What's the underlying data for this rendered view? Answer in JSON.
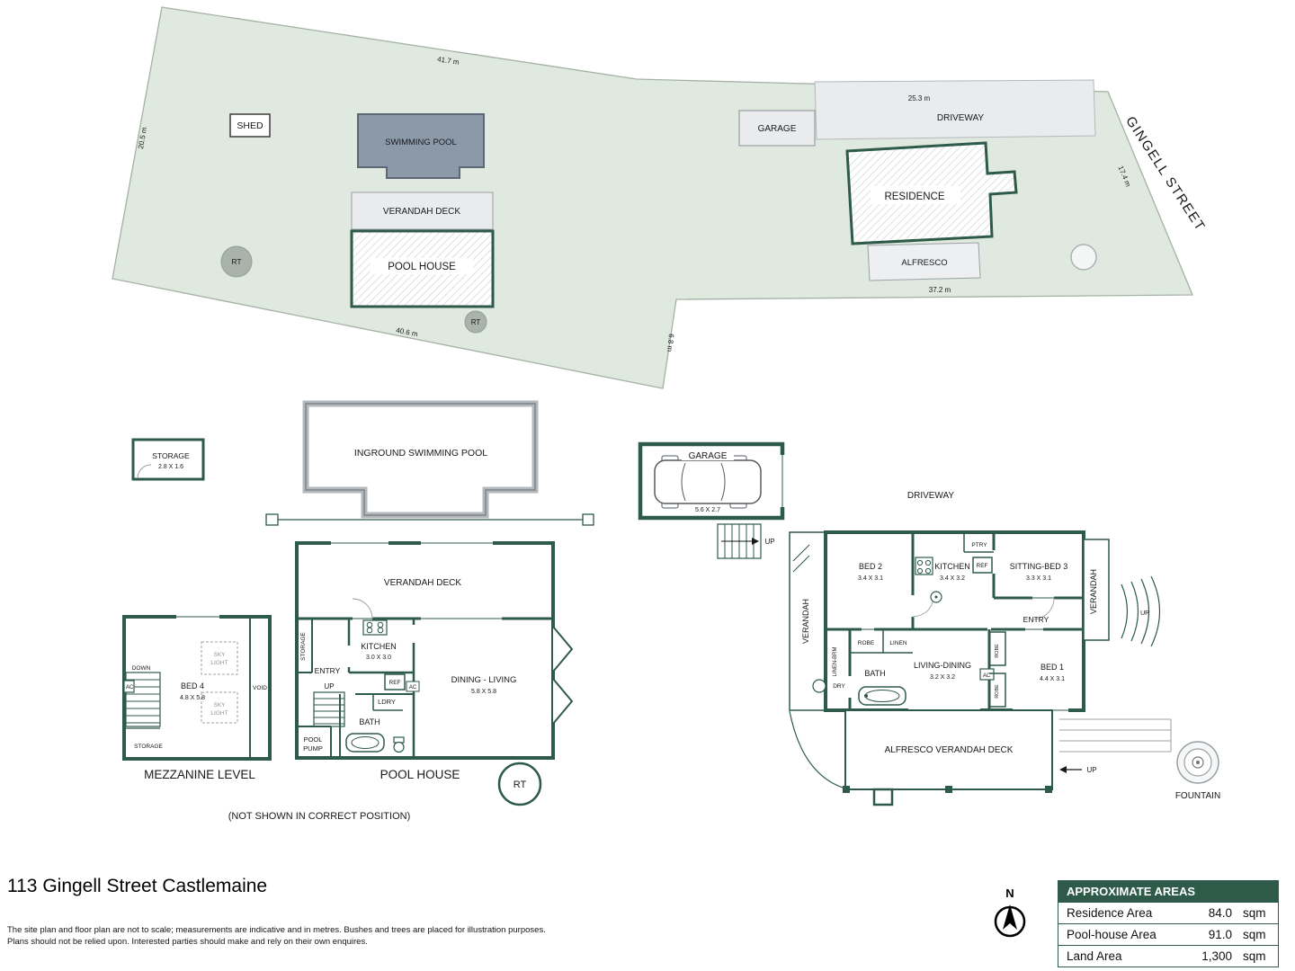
{
  "colors": {
    "wall": "#2e5a49",
    "land": "#e0e9df",
    "paving": "#e9ebed",
    "pool": "#8c99a9"
  },
  "title": "113 Gingell Street Castlemaine",
  "disclaimer": {
    "line1": "The site plan and floor plan are not to scale; measurements are indicative and in metres. Bushes and trees are placed for illustration purposes.",
    "line2": "Plans should not be relied upon. Interested parties should make and rely on their own enquires."
  },
  "compass": {
    "north": "N"
  },
  "areas": {
    "header": "APPROXIMATE AREAS",
    "rows": [
      {
        "label": "Residence Area",
        "value": "84.0",
        "unit": "sqm"
      },
      {
        "label": "Pool-house Area",
        "value": "91.0",
        "unit": "sqm"
      },
      {
        "label": "Land Area",
        "value": "1,300",
        "unit": "sqm"
      }
    ]
  },
  "site": {
    "street": "GINGELL STREET",
    "shed": "SHED",
    "swimming_pool": "SWIMMING POOL",
    "verandah_deck": "VERANDAH DECK",
    "pool_house": "POOL HOUSE",
    "garage": "GARAGE",
    "driveway": "DRIVEWAY",
    "residence": "RESIDENCE",
    "alfresco": "ALFRESCO",
    "rt": "RT",
    "dims": {
      "top": "41.7 m",
      "left": "20.5 m",
      "bottom": "40.6 m",
      "notch": "6.8 m",
      "driveway": "25.3 m",
      "right": "17.4 m",
      "residence": "37.2 m"
    }
  },
  "poolhouse": {
    "storage": {
      "label": "STORAGE",
      "size": "2.8 X 1.6"
    },
    "pool": "INGROUND SWIMMING POOL",
    "verandah_deck": "VERANDAH DECK",
    "storage_side": "STORAGE",
    "entry": "ENTRY",
    "up": "UP",
    "kitchen": {
      "label": "KITCHEN",
      "size": "3.0 X 3.0"
    },
    "ref": "REF",
    "ac": "AC",
    "ldry": "LDRY",
    "dining": {
      "label": "DINING - LIVING",
      "size": "5.8 X 5.8"
    },
    "bath": "BATH",
    "pump_line1": "POOL",
    "pump_line2": "PUMP",
    "mezzanine": {
      "down": "DOWN",
      "ac": "AC",
      "bed4": {
        "label": "BED 4",
        "size": "4.8 X 5.8"
      },
      "sky": "SKY",
      "light": "LIGHT",
      "void": "VOID",
      "storage": "STORAGE"
    },
    "captions": {
      "mezzanine": "MEZZANINE LEVEL",
      "pool_house": "POOL HOUSE",
      "note": "(NOT SHOWN IN CORRECT POSITION)"
    },
    "rt": "RT"
  },
  "residence": {
    "garage": {
      "label": "GARAGE",
      "size": "5.6 X 2.7"
    },
    "driveway": "DRIVEWAY",
    "up": "UP",
    "verandah": "VERANDAH",
    "bed2": {
      "label": "BED 2",
      "size": "3.4 X 3.1"
    },
    "kitchen": {
      "label": "KITCHEN",
      "size": "3.4 X 3.2"
    },
    "ptry": "PTRY",
    "ref": "REF",
    "sitting_bed3": {
      "label": "SITTING-BED 3",
      "size": "3.3 X 3.1"
    },
    "entry": "ENTRY",
    "robe": "ROBE",
    "linen": "LINEN",
    "linen_brm": "LINEN-BRM",
    "bath": "BATH",
    "dry": "DRY",
    "living_dining": {
      "label": "LIVING-DINING",
      "size": "3.2 X 3.2"
    },
    "ac": "AC",
    "bed1": {
      "label": "BED 1",
      "size": "4.4 X 3.1"
    },
    "alfresco": "ALFRESCO VERANDAH DECK",
    "fountain": "FOUNTAIN"
  }
}
